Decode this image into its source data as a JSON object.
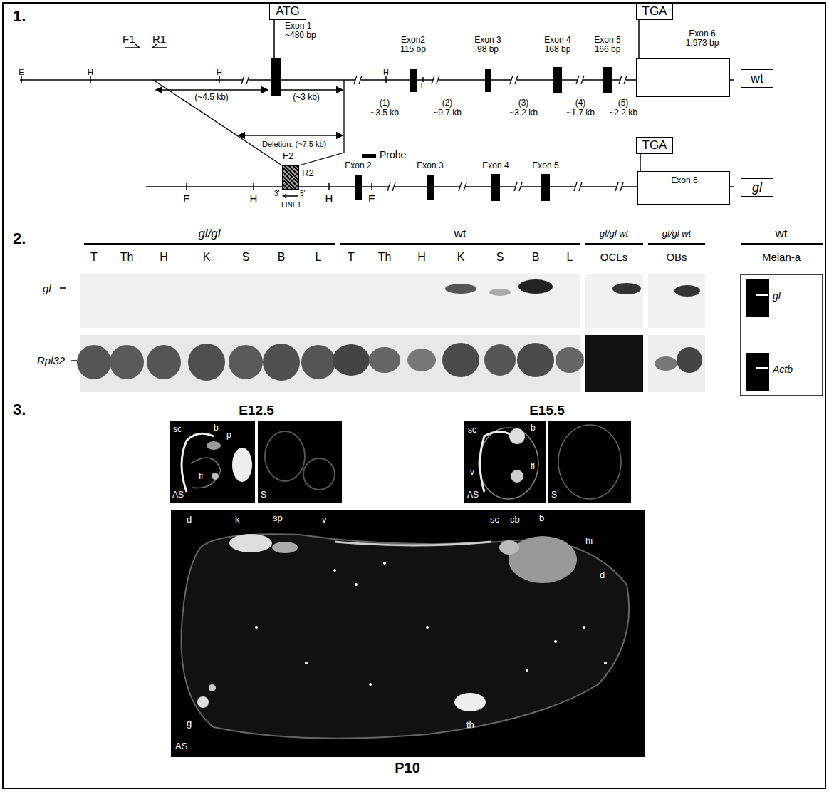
{
  "diagram": {
    "nodes": [
      {
        "text": [
          "ATG"
        ]
      },
      {
        "text": [
          "Exon 1",
          "~480 bp"
        ]
      },
      {
        "text": [
          "Exon2",
          "115 bp"
        ]
      },
      {
        "text": [
          "Exon 3",
          "98 bp"
        ]
      },
      {
        "text": [
          "Exon 4",
          "168 bp"
        ]
      },
      {
        "text": [
          "Exon 5",
          "166 bp"
        ]
      },
      {
        "text": [
          "TGA"
        ]
      },
      {
        "text": [
          "Exon 6",
          "1,973 bp"
        ]
      },
      {
        "text": [
          "wt"
        ]
      },
      {
        "text": [
          "LINE1"
        ]
      },
      {
        "text": [
          "Exon 2"
        ]
      },
      {
        "text": [
          "Exon 3"
        ]
      },
      {
        "text": [
          "Exon 4"
        ]
      },
      {
        "text": [
          "Exon 5"
        ]
      },
      {
        "text": [
          "TGA"
        ]
      },
      {
        "text": [
          "Exon 6"
        ]
      },
      {
        "text": [
          "gl"
        ]
      }
    ],
    "edges": [
      {
        "from": 0,
        "to": 1,
        "arrow": "none"
      },
      {
        "from": 6,
        "to": 7,
        "arrow": "none"
      },
      {
        "from": 14,
        "to": 15,
        "arrow": "none"
      }
    ],
    "labels": [
      "1.",
      "F1",
      "R1",
      "E",
      "H",
      "H",
      "(~4.5 kb)",
      "(~3 kb)",
      "H",
      "(1)",
      "~3.5 kb",
      "E",
      "(2)",
      "~9.7 kb",
      "(3)",
      "~3.2 kb",
      "(4)",
      "~1.7 kb",
      "(5)",
      "~2.2 kb",
      "Deletion: (~7.5 kb)",
      "Probe",
      "F2",
      "R2",
      "3'",
      "5'",
      "E",
      "H",
      "H",
      "E",
      "2.",
      "gl/gl",
      "wt",
      "gl/gl wt",
      "gl/gl wt",
      "wt",
      "T",
      "Th",
      "H",
      "K",
      "S",
      "B",
      "L",
      "T",
      "Th",
      "H",
      "K",
      "S",
      "B",
      "L",
      "OCLs",
      "OBs",
      "Melan-a",
      "gl",
      "Rpl32",
      "gl",
      "Actb",
      "3.",
      "E12.5",
      "sc",
      "b",
      "p",
      "fl",
      "AS",
      "S",
      "E15.5",
      "sc",
      "b",
      "v",
      "fl",
      "AS",
      "S",
      "d",
      "k",
      "sp",
      "v",
      "sc",
      "cb",
      "b",
      "hi",
      "d",
      "g",
      "th",
      "AS",
      "P10"
    ]
  }
}
